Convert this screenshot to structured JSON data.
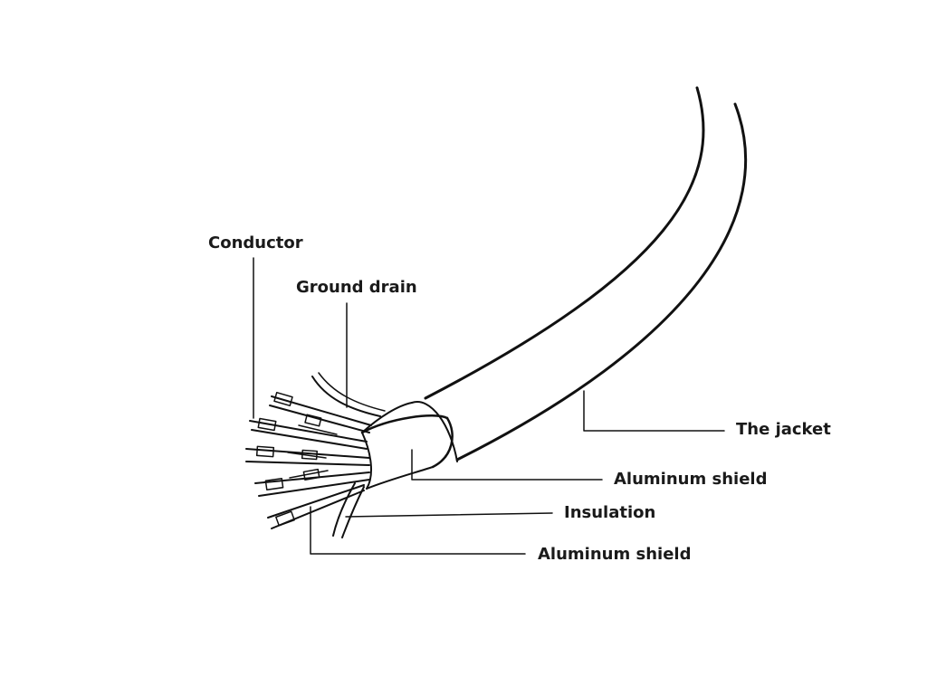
{
  "diagram": {
    "ink_color": "#111111",
    "background": "#ffffff",
    "labels": {
      "conductor": "Conductor",
      "ground_drain": "Ground drain",
      "jacket": "The jacket",
      "aluminum_shield_outer": "Aluminum shield",
      "insulation": "Insulation",
      "aluminum_shield_inner": "Aluminum shield"
    }
  }
}
